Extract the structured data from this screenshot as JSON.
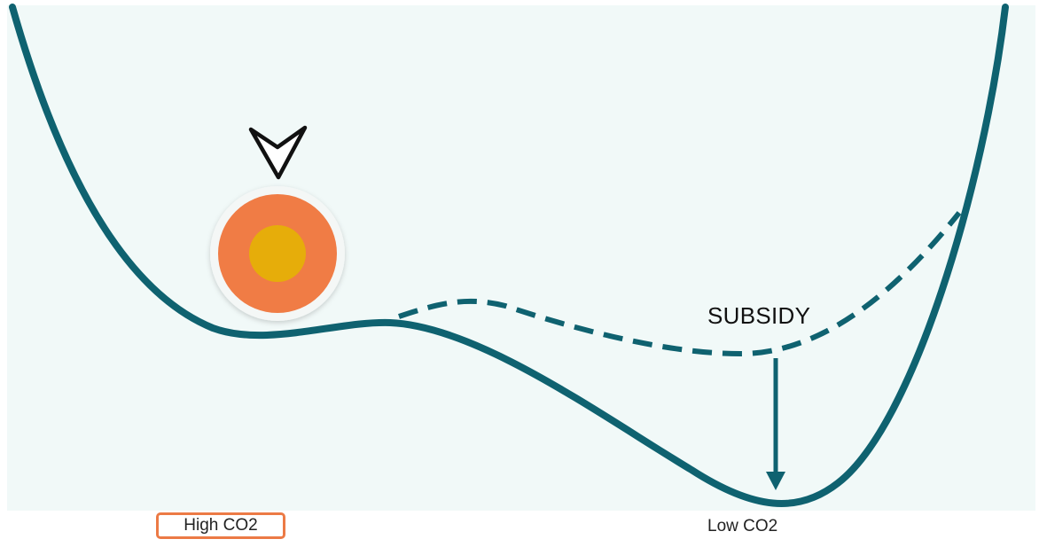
{
  "labels": {
    "subsidy": "SUBSIDY",
    "high_co2": "High CO2",
    "low_co2": "Low CO2"
  },
  "icons": {
    "cursor": "pointer-arrow-icon",
    "ball": "ball-icon"
  },
  "colors": {
    "background": "#f1f9f8",
    "curve": "#0f6270",
    "ball_outer": "#f07c45",
    "ball_inner": "#e6ad0a",
    "highlight_border": "#ec7a45"
  }
}
